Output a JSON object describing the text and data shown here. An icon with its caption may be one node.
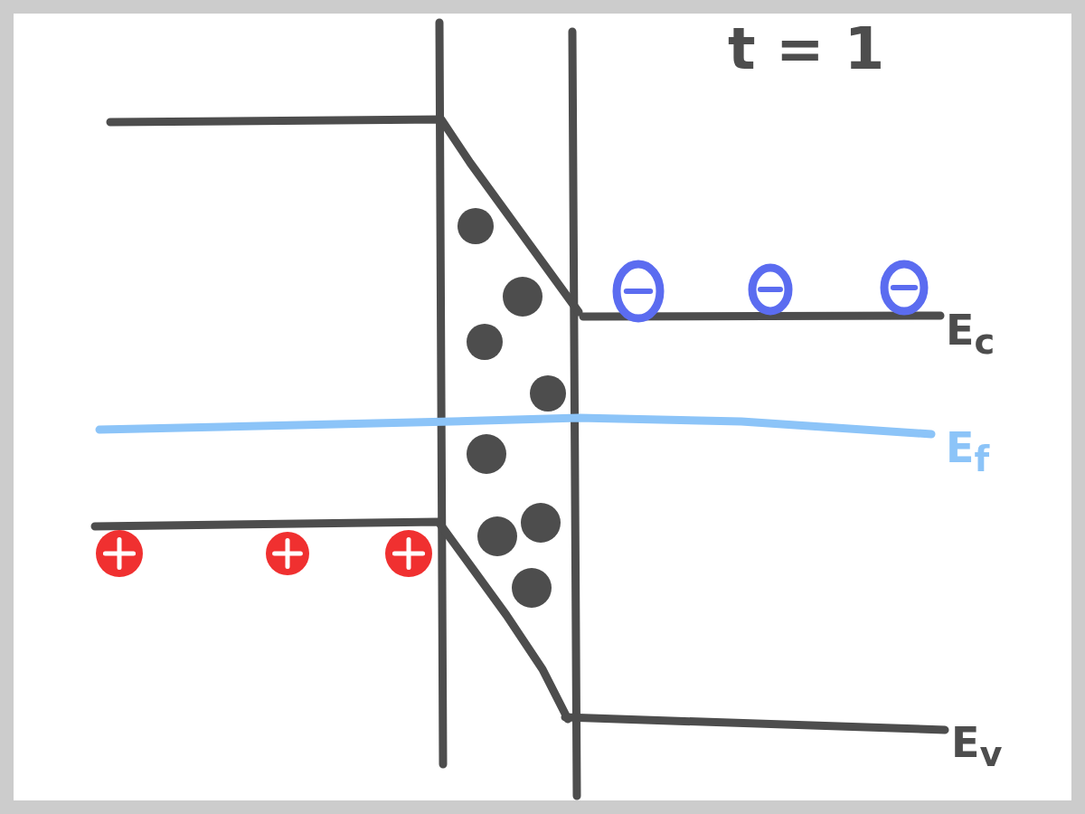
{
  "diagram": {
    "labels": [
      "t = 1",
      "E$_{c}$",
      "E$_{f}$",
      "E$_{v}$"
    ]
  }
}
